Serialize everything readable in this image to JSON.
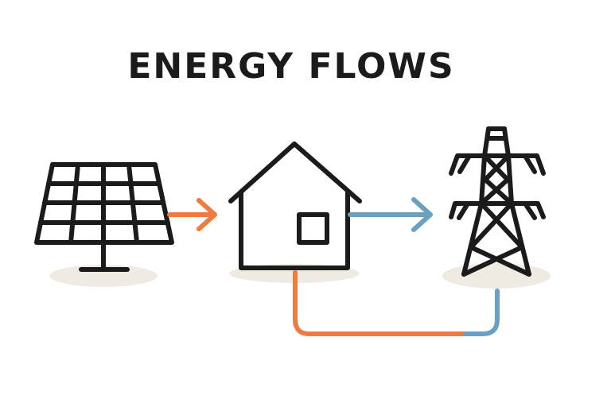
{
  "title": "ENERGY FLOWS",
  "nodes": [
    {
      "id": "solar",
      "icon": "solar-panel-icon"
    },
    {
      "id": "house",
      "icon": "house-icon"
    },
    {
      "id": "grid",
      "icon": "transmission-tower-icon"
    }
  ],
  "flows": [
    {
      "from": "solar",
      "to": "house",
      "color": "#ee7b3f"
    },
    {
      "from": "house",
      "to": "grid",
      "color": "#6aa1c1"
    },
    {
      "from": "house",
      "to": "grid",
      "route": "below",
      "colors": [
        "#ee7b3f",
        "#6aa1c1"
      ]
    }
  ],
  "colors": {
    "stroke": "#1b1b1b",
    "shadow": "#efebe3",
    "orange": "#ee7b3f",
    "blue": "#6aa1c1"
  }
}
